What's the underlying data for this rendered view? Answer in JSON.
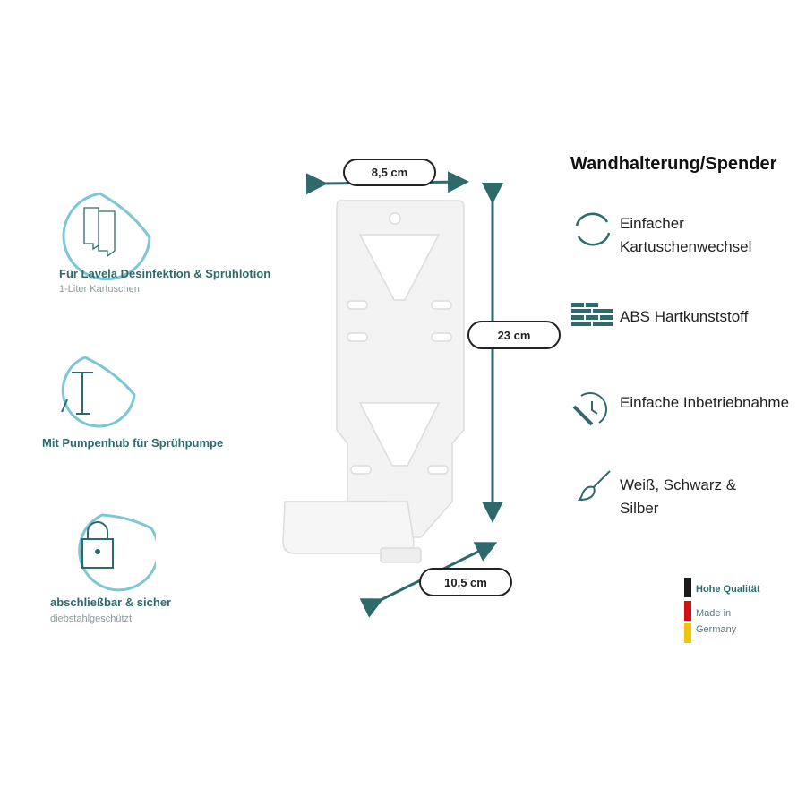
{
  "title": "Wandhalterung/Spender",
  "dimensions": {
    "width": "8,5 cm",
    "height": "23 cm",
    "depth": "10,5 cm"
  },
  "left_features": [
    {
      "icon": "cartridges-icon",
      "title": "Für Lavela Desinfektion & Sprühlotion",
      "subtitle": "1-Liter Kartuschen"
    },
    {
      "icon": "pump-icon",
      "title": "Mit Pumpenhub für Sprühpumpe"
    },
    {
      "icon": "padlock-icon",
      "title": "abschließbar & sicher",
      "subtitle": "diebstahlgeschützt"
    }
  ],
  "right_features": [
    {
      "icon": "refresh-icon",
      "line1": "Einfacher",
      "line2": "Kartuschenwechsel"
    },
    {
      "icon": "brick-wall-icon",
      "line1": "ABS Hartkunststoff"
    },
    {
      "icon": "clock-wrench-icon",
      "line1": "Einfache Inbetriebnahme"
    },
    {
      "icon": "paintbrush-icon",
      "line1": "Weiß, Schwarz &",
      "line2": "Silber"
    }
  ],
  "badge": {
    "line1": "Hohe Qualität",
    "line2": "Made in",
    "line3": "Germany",
    "colors": [
      "#1a1a1a",
      "#d40f14",
      "#f5c400"
    ]
  },
  "colors": {
    "teal": "#2f6a6b",
    "drop": "#7cc7d6"
  }
}
